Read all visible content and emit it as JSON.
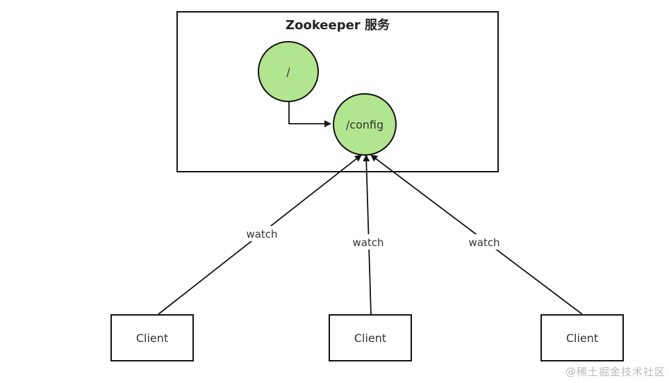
{
  "diagram": {
    "service": {
      "title": "Zookeeper 服务"
    },
    "nodes": {
      "root": {
        "label": "/"
      },
      "config": {
        "label": "/config"
      }
    },
    "clients": [
      {
        "label": "Client"
      },
      {
        "label": "Client"
      },
      {
        "label": "Client"
      }
    ],
    "edges": {
      "watch_labels": [
        "watch",
        "watch",
        "watch"
      ]
    },
    "colors": {
      "node_fill": "#b2e58f",
      "stroke": "#111111",
      "text": "#333333"
    }
  },
  "watermark": {
    "text": "@稀土掘金技术社区"
  }
}
